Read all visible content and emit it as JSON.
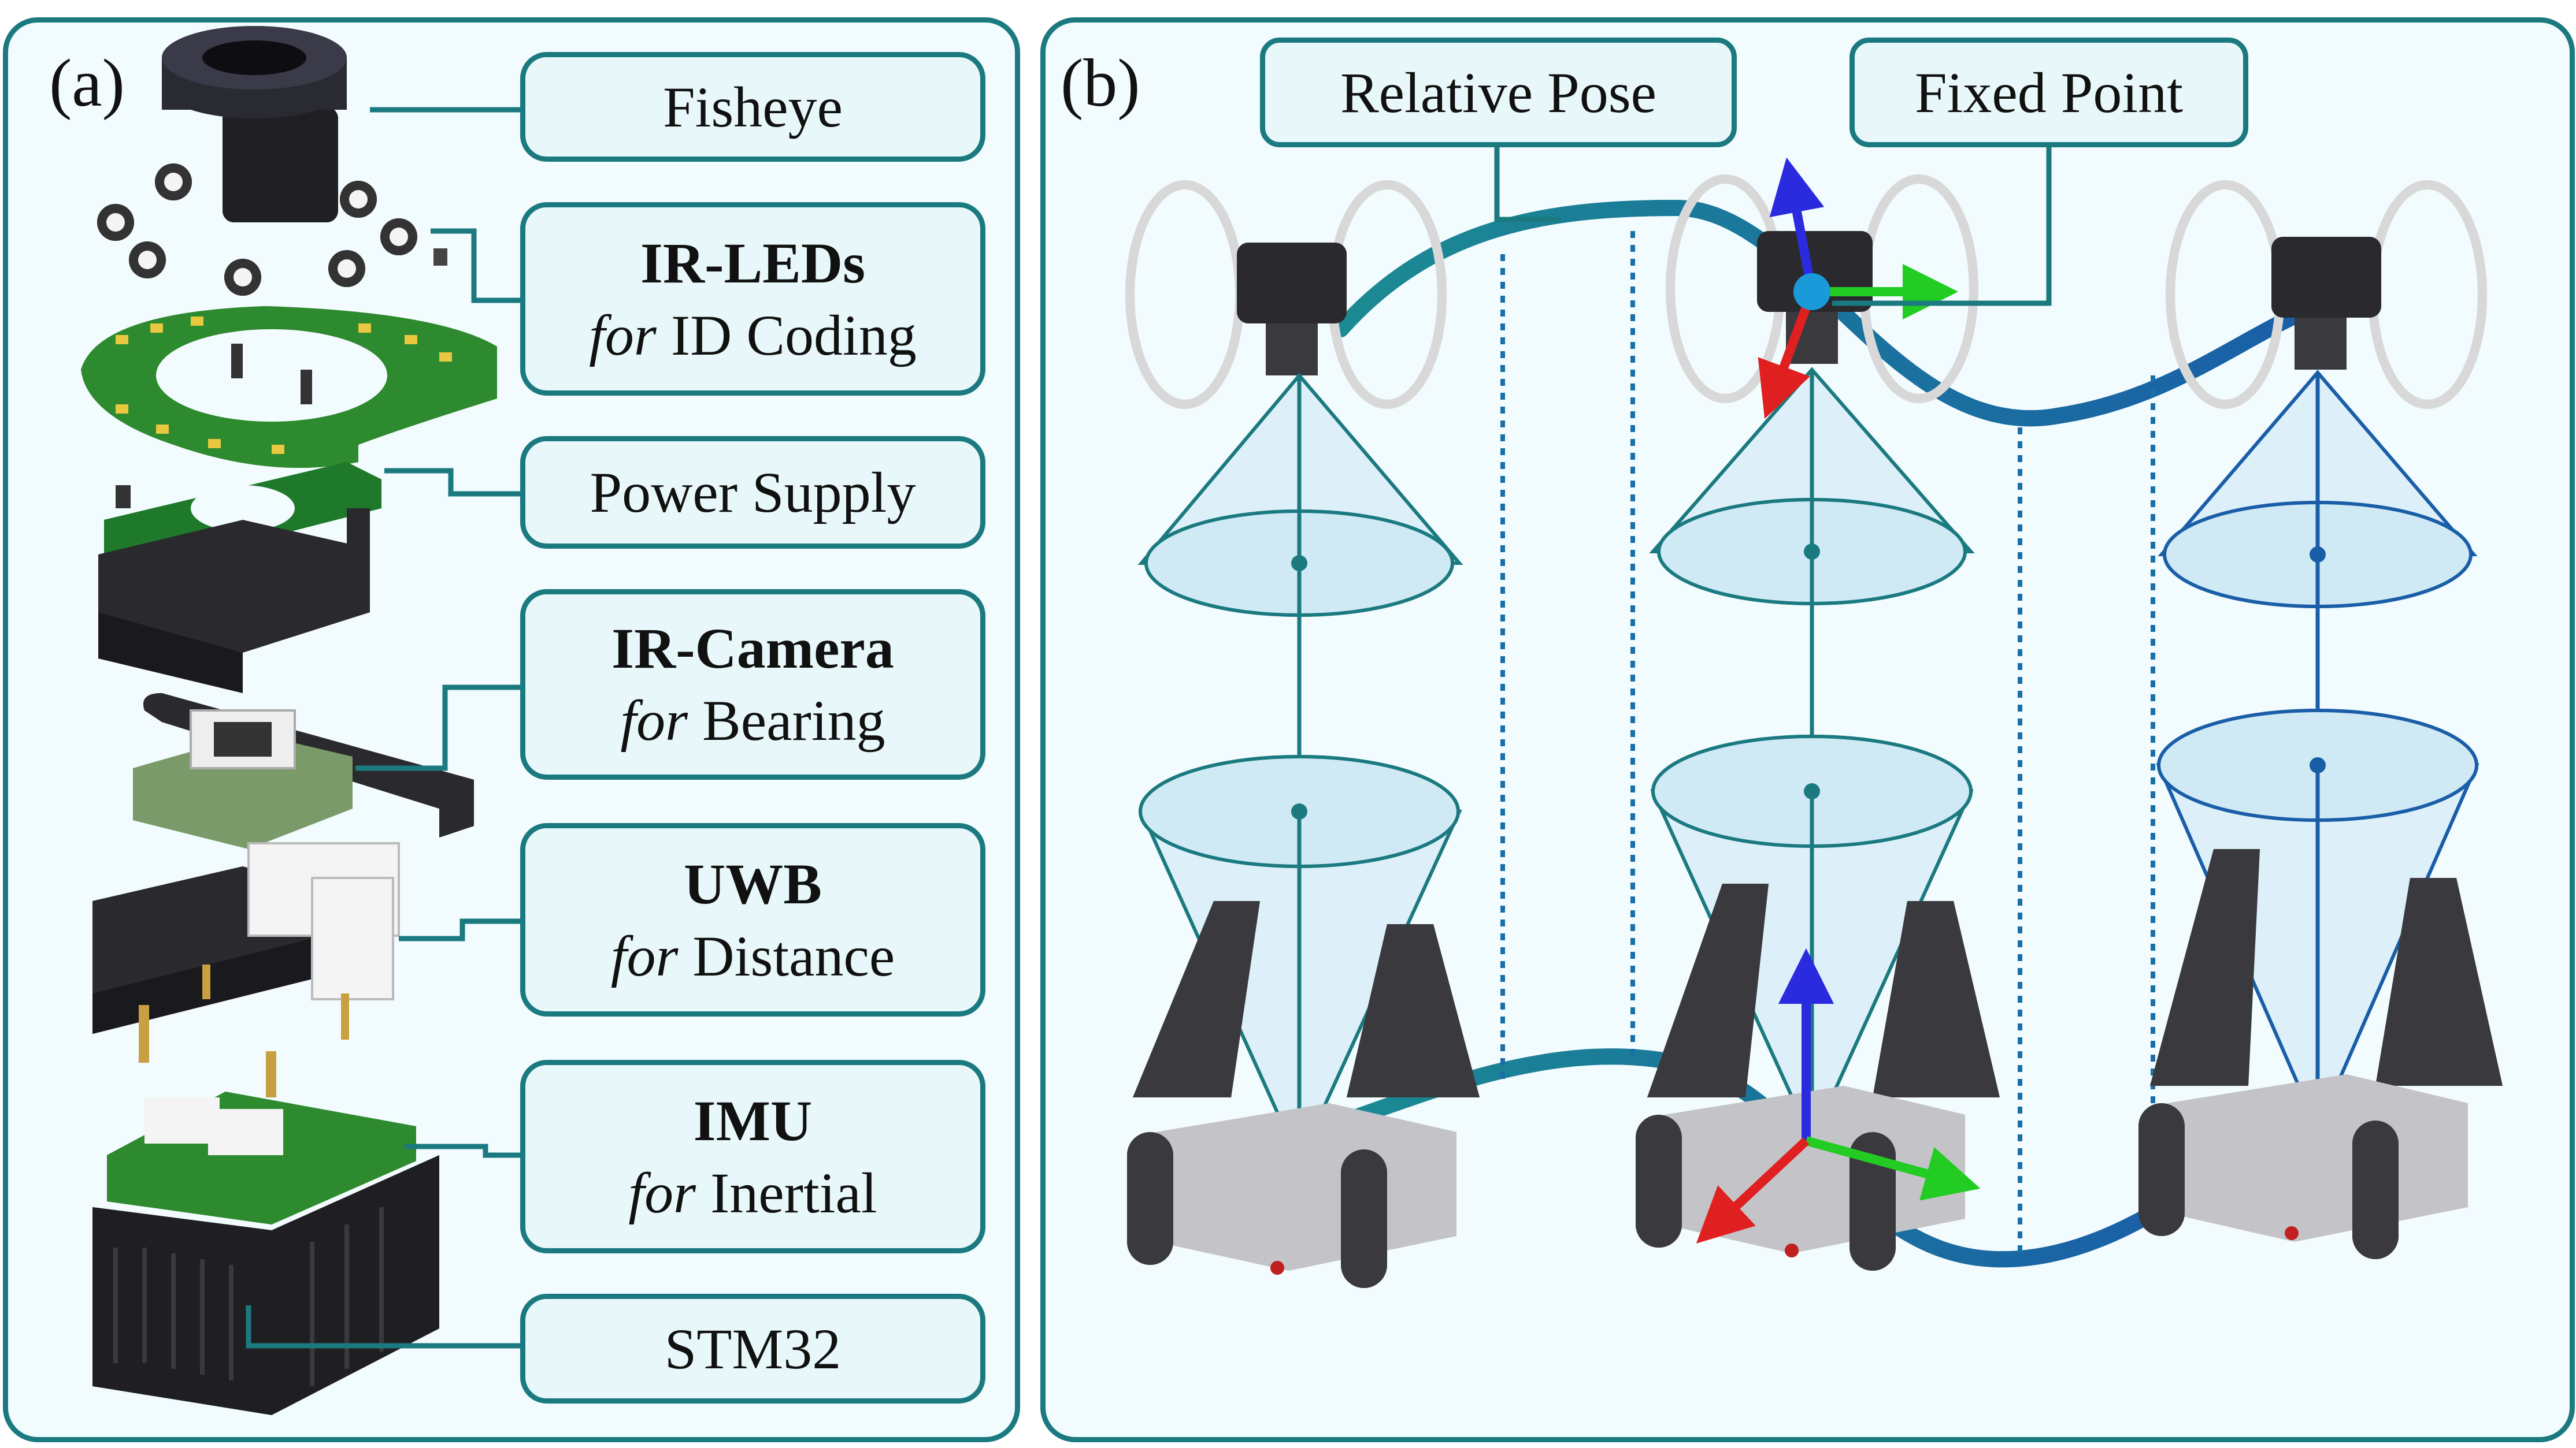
{
  "panel_a": {
    "label": "(a)",
    "components": [
      {
        "title": "Fisheye",
        "bold": false,
        "sub_italic": "",
        "sub": ""
      },
      {
        "title": "IR-LEDs",
        "bold": true,
        "sub_italic": "for",
        "sub": " ID Coding"
      },
      {
        "title": "Power Supply",
        "bold": false,
        "sub_italic": "",
        "sub": ""
      },
      {
        "title": "IR-Camera",
        "bold": true,
        "sub_italic": "for",
        "sub": " Bearing"
      },
      {
        "title": "UWB",
        "bold": true,
        "sub_italic": "for",
        "sub": " Distance"
      },
      {
        "title": "IMU",
        "bold": true,
        "sub_italic": "for",
        "sub": " Inertial"
      },
      {
        "title": "STM32",
        "bold": false,
        "sub_italic": "",
        "sub": ""
      }
    ]
  },
  "panel_b": {
    "label": "(b)",
    "relative_pose": "Relative Pose",
    "fixed_point": "Fixed Point"
  },
  "colors": {
    "border": "#1b7a80",
    "panel_bg": "#f2fbfd",
    "label_bg": "#e8f8fa",
    "ellipse_fill": "#cfe9f5",
    "trajectory": "#1a6fa8",
    "axis_x": "#e02020",
    "axis_y": "#22cc22",
    "axis_z": "#2a2adf"
  }
}
